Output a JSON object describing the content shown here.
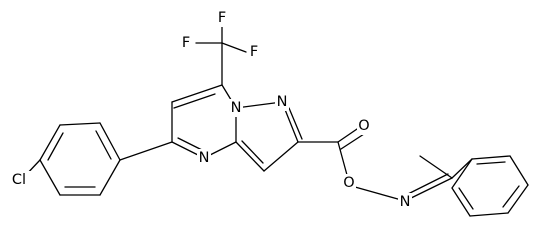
{
  "figure": {
    "type": "chemical-structure",
    "line_color": "#000000",
    "background": "#ffffff"
  },
  "atoms": {
    "F1": "F",
    "F2": "F",
    "F3": "F",
    "N_bridge": "N",
    "N_pyrazole": "N",
    "N_pyrimidine": "N",
    "Cl": "Cl",
    "O_carbonyl": "O",
    "O_ester": "O",
    "N_oxime": "N"
  }
}
